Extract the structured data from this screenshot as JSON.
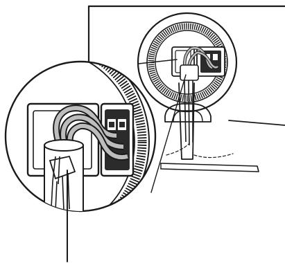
{
  "figure": {
    "parts": [
      "monitor-back",
      "monitor-stand",
      "stand-base",
      "port-panel",
      "cable-bundle",
      "cable-holder",
      "zoom-callout",
      "leader-line"
    ],
    "colors": {
      "line": "#1a1a1a",
      "port_fill": "#2b2b2b",
      "cable_fill": "#bdbdbd",
      "background": "#ffffff"
    }
  }
}
